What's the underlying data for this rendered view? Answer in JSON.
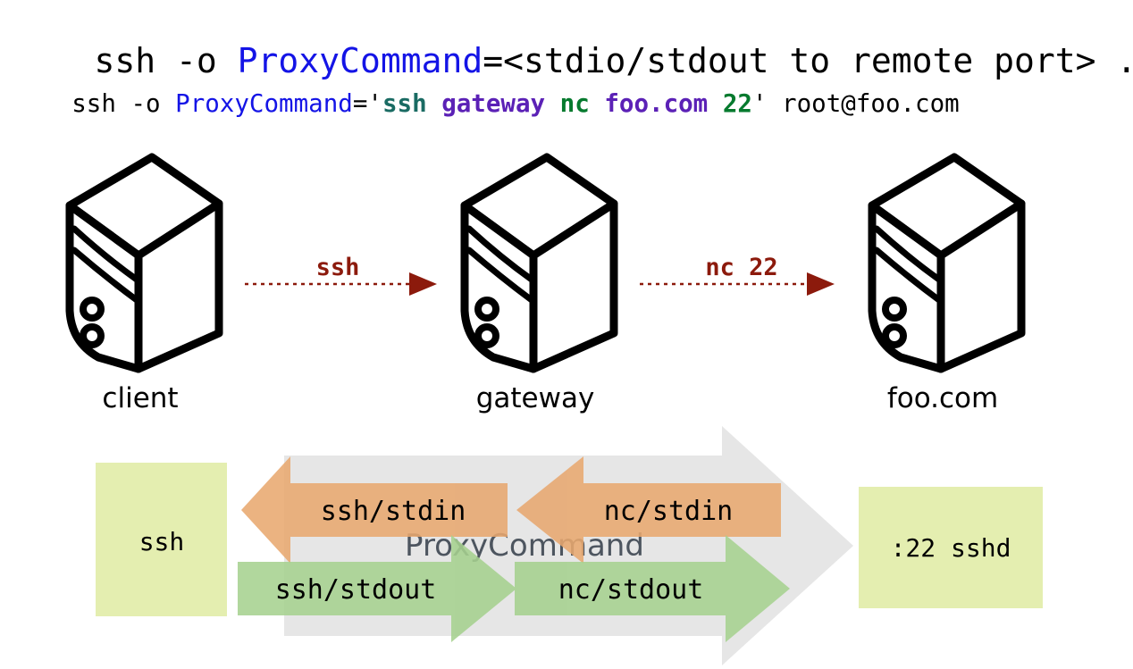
{
  "title_line": {
    "tokens": [
      {
        "text": "ssh -o ",
        "color": "black"
      },
      {
        "text": "ProxyCommand",
        "color": "blue"
      },
      {
        "text": "=<stdio/stdout to remote port> ...",
        "color": "black"
      }
    ],
    "plain": "ssh -o ProxyCommand=<stdio/stdout to remote port> ..."
  },
  "example_line": {
    "tokens": [
      {
        "text": "ssh -o ",
        "color": "black"
      },
      {
        "text": "ProxyCommand",
        "color": "blue"
      },
      {
        "text": "='",
        "color": "black"
      },
      {
        "text": "ssh",
        "color": "teal"
      },
      {
        "text": " ",
        "color": "black"
      },
      {
        "text": "gateway",
        "color": "purple"
      },
      {
        "text": " ",
        "color": "black"
      },
      {
        "text": "nc",
        "color": "green"
      },
      {
        "text": " ",
        "color": "black"
      },
      {
        "text": "foo.com",
        "color": "purple"
      },
      {
        "text": " ",
        "color": "black"
      },
      {
        "text": "22",
        "color": "green"
      },
      {
        "text": "' root@foo.com",
        "color": "black"
      }
    ],
    "plain": "ssh -o ProxyCommand='ssh gateway nc foo.com 22' root@foo.com"
  },
  "hosts": [
    {
      "id": "client",
      "label": "client",
      "icon": "server-tower-icon"
    },
    {
      "id": "gateway",
      "label": "gateway",
      "icon": "server-tower-icon"
    },
    {
      "id": "foo",
      "label": "foo.com",
      "icon": "server-tower-icon"
    }
  ],
  "connections": [
    {
      "id": "client-to-gateway",
      "label": "ssh",
      "from": "client",
      "to": "gateway"
    },
    {
      "id": "gateway-to-foo",
      "label": "nc 22",
      "from": "gateway",
      "to": "foo"
    }
  ],
  "flow": {
    "left_box_label": "ssh",
    "right_box_label": ":22 sshd",
    "proxy_label": "ProxyCommand",
    "stdin_arrows": [
      {
        "id": "ssh-stdin",
        "label": "ssh/stdin"
      },
      {
        "id": "nc-stdin",
        "label": "nc/stdin"
      }
    ],
    "stdout_arrows": [
      {
        "id": "ssh-stdout",
        "label": "ssh/stdout"
      },
      {
        "id": "nc-stdout",
        "label": "nc/stdout"
      }
    ]
  },
  "colors": {
    "keyword_blue": "#1414e6",
    "ssh_teal": "#1a6b63",
    "host_purple": "#5b21b6",
    "nc_green": "#067a2e",
    "wire_red": "#8c1a0c",
    "box_yellow": "#e4eeb0",
    "proxy_gray": "#e6e6e6",
    "stdin_orange": "#e8b184",
    "stdout_green": "#aed79a",
    "proxy_text": "#4d555f",
    "outline_black": "#000000"
  }
}
